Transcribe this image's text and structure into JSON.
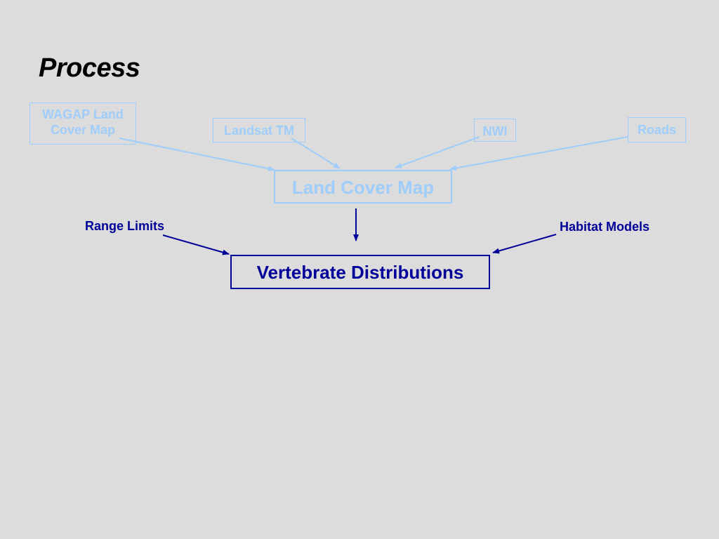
{
  "title": "Process",
  "inputs": {
    "wagap_line1": "WAGAP Land",
    "wagap_line2": "Cover Map",
    "landsat": "Landsat TM",
    "nwi": "NWI",
    "roads": "Roads"
  },
  "land_cover_map": "Land Cover Map",
  "range_limits": "Range Limits",
  "habitat_models": "Habitat Models",
  "vertebrate_distributions": "Vertebrate Distributions",
  "colors": {
    "background": "#dcdcdc",
    "light_blue": "#9fcdfb",
    "dark_blue": "#000099"
  }
}
